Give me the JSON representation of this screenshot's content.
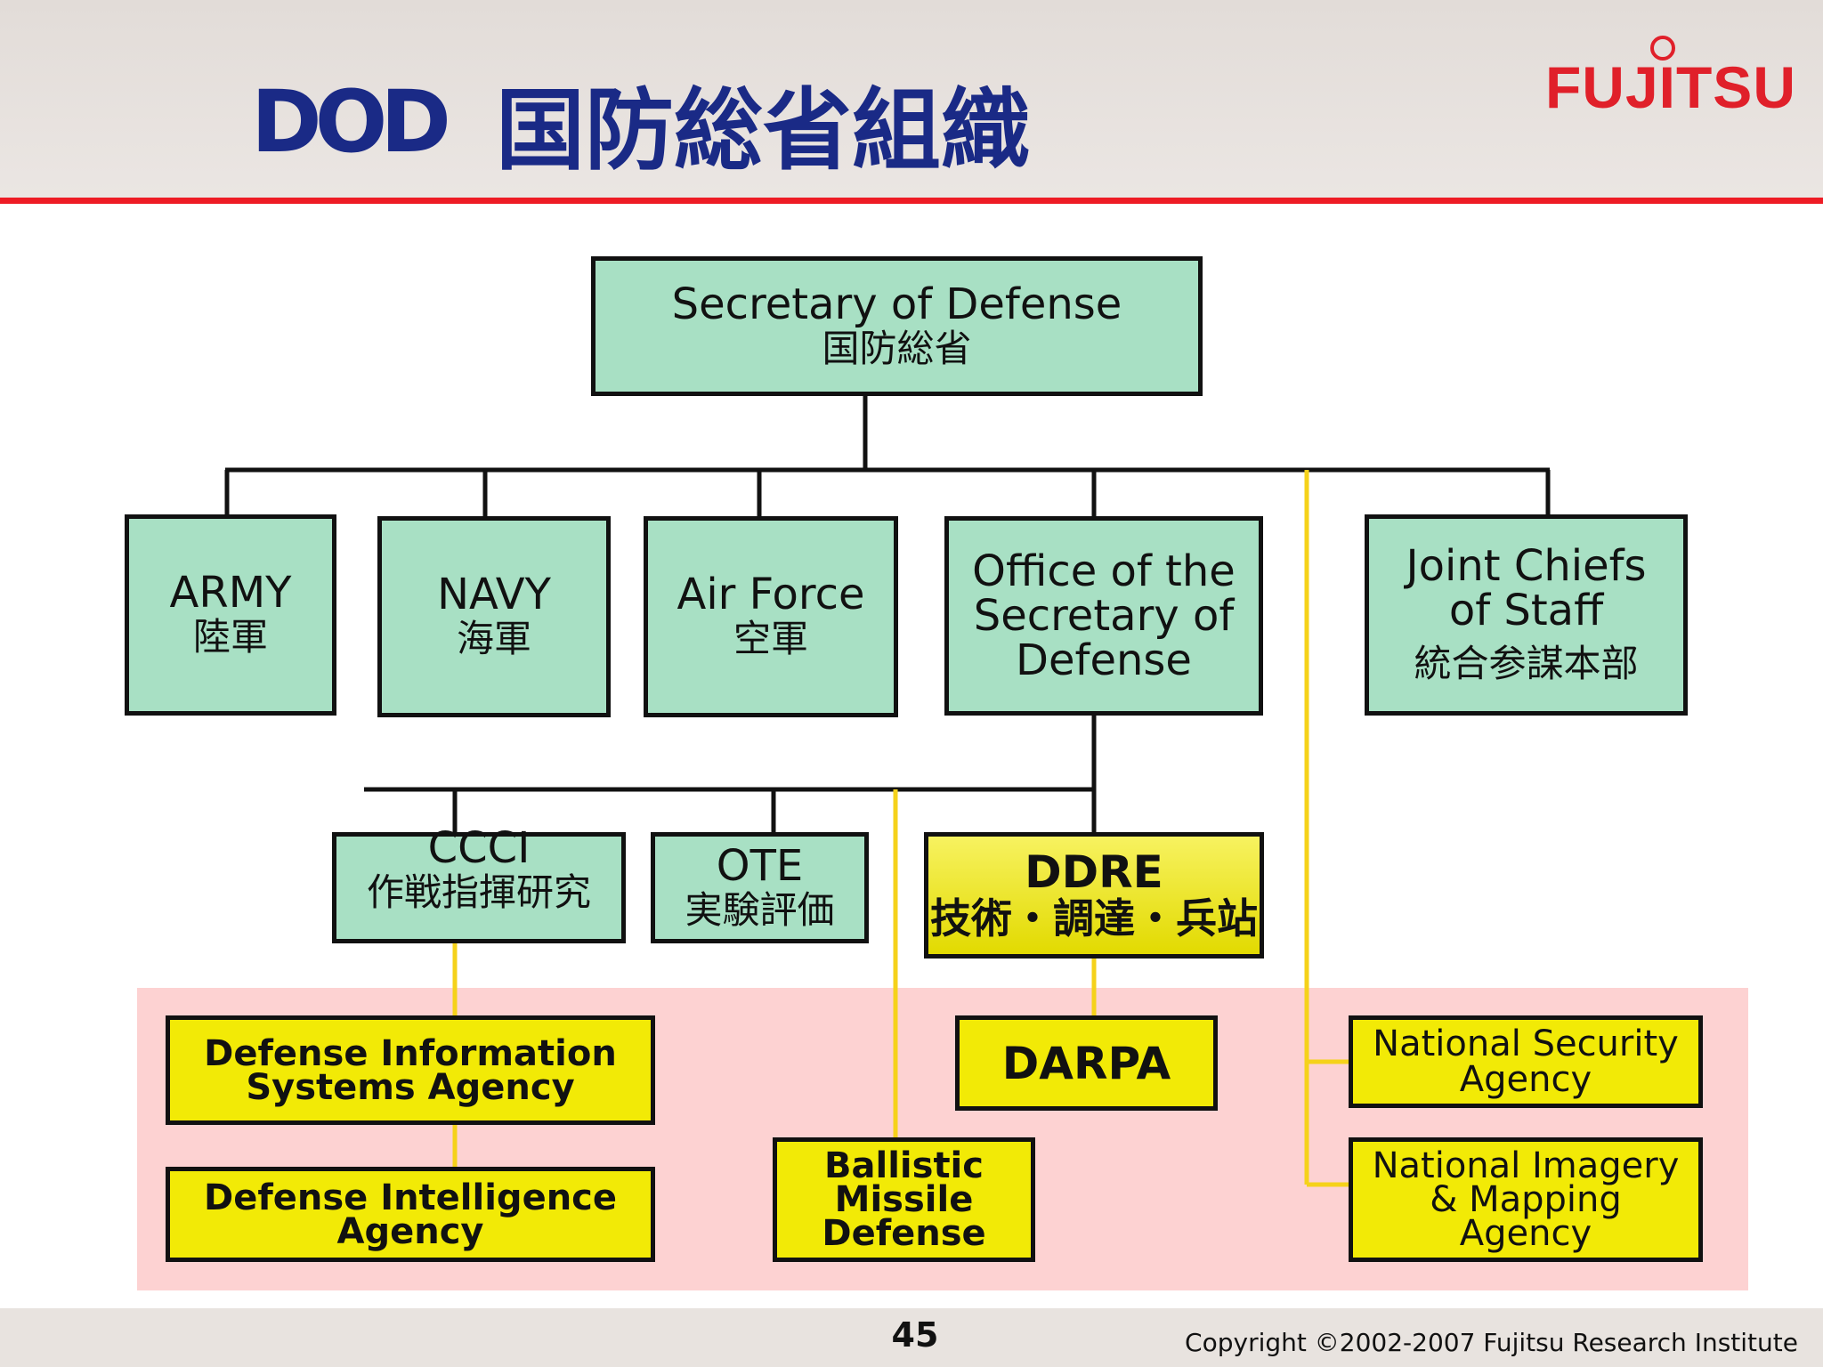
{
  "header": {
    "title_en": "DOD",
    "title_ja": "国防総省組織",
    "logo": "FUJITSU"
  },
  "org": {
    "secdef": {
      "en": "Secretary of Defense",
      "ja": "国防総省"
    },
    "army": {
      "en": "ARMY",
      "ja": "陸軍"
    },
    "navy": {
      "en": "NAVY",
      "ja": "海軍"
    },
    "airforce": {
      "en": "Air Force",
      "ja": "空軍"
    },
    "osd": {
      "en": "Office of the\nSecretary of\nDefense"
    },
    "jcs": {
      "en": "Joint Chiefs\nof Staff",
      "ja": "統合参謀本部"
    },
    "ccci": {
      "en": "CCCI",
      "ja": "作戦指揮研究"
    },
    "ote": {
      "en": "OTE",
      "ja": "実験評価"
    },
    "ddre": {
      "en": "DDRE",
      "ja": "技術・調達・兵站"
    },
    "disa": {
      "en": "Defense Information\nSystems Agency"
    },
    "dia": {
      "en": "Defense Intelligence\nAgency"
    },
    "bmd": {
      "en": "Ballistic\nMissile\nDefense"
    },
    "darpa": {
      "en": "DARPA"
    },
    "nsa": {
      "en": "National Security\nAgency"
    },
    "nima": {
      "en": "National Imagery\n& Mapping\nAgency"
    }
  },
  "colors": {
    "title": "#1a2a86",
    "rule": "#ee1c25",
    "box_green": "#a8e0c4",
    "box_yellow": "#f2ea06",
    "connector_yellow": "#f5d21a",
    "pink_zone": "#fdd2d2"
  },
  "footer": {
    "page": "45",
    "copyright": "Copyright ©2002-2007 Fujitsu Research Institute"
  }
}
